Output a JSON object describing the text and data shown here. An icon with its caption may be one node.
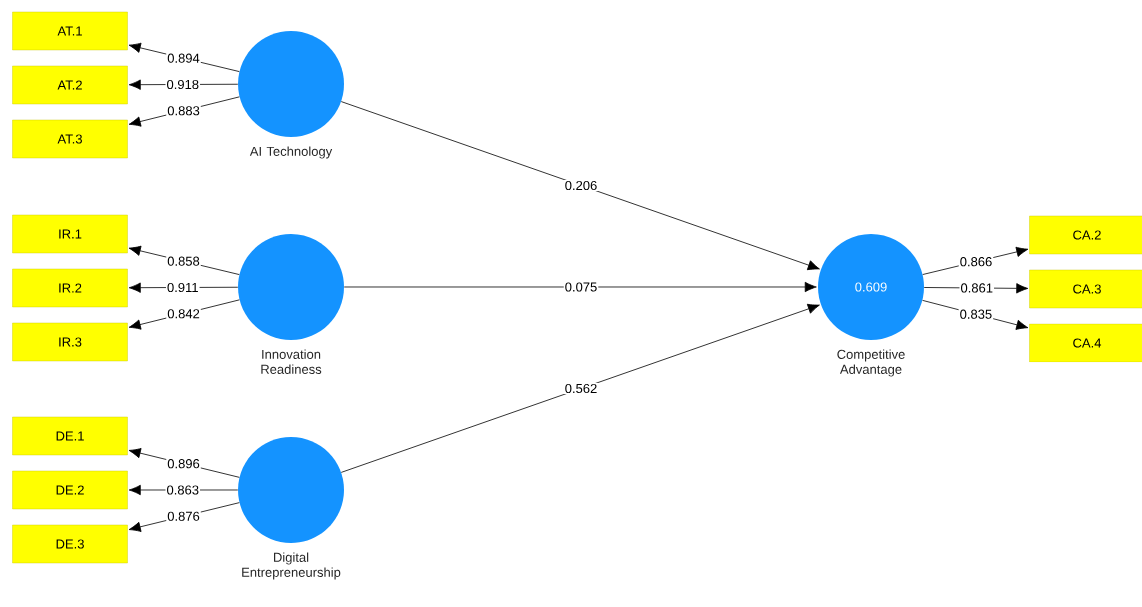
{
  "diagram": {
    "nodes": [
      {
        "text": [
          "AT.1"
        ]
      },
      {
        "text": [
          "AT.2"
        ]
      },
      {
        "text": [
          "AT.3"
        ]
      },
      {
        "text": [
          "AI Technology"
        ]
      },
      {
        "text": [
          "IR.1"
        ]
      },
      {
        "text": [
          "IR.2"
        ]
      },
      {
        "text": [
          "IR.3"
        ]
      },
      {
        "text": [
          "Innovation Readiness"
        ]
      },
      {
        "text": [
          "DE.1"
        ]
      },
      {
        "text": [
          "DE.2"
        ]
      },
      {
        "text": [
          "DE.3"
        ]
      },
      {
        "text": [
          "Digital Entrepreneurship"
        ]
      },
      {
        "text": [
          "0.609",
          "Competitive Advantage"
        ]
      },
      {
        "text": [
          "CA.2"
        ]
      },
      {
        "text": [
          "CA.3"
        ]
      },
      {
        "text": [
          "CA.4"
        ]
      }
    ],
    "edges": [
      {
        "from": 3,
        "to": 0,
        "arrow": "to",
        "label": "0.894"
      },
      {
        "from": 3,
        "to": 1,
        "arrow": "to",
        "label": "0.918"
      },
      {
        "from": 3,
        "to": 2,
        "arrow": "to",
        "label": "0.883"
      },
      {
        "from": 7,
        "to": 4,
        "arrow": "to",
        "label": "0.858"
      },
      {
        "from": 7,
        "to": 5,
        "arrow": "to",
        "label": "0.911"
      },
      {
        "from": 7,
        "to": 6,
        "arrow": "to",
        "label": "0.842"
      },
      {
        "from": 11,
        "to": 8,
        "arrow": "to",
        "label": "0.896"
      },
      {
        "from": 11,
        "to": 9,
        "arrow": "to",
        "label": "0.863"
      },
      {
        "from": 11,
        "to": 10,
        "arrow": "to",
        "label": "0.876"
      },
      {
        "from": 3,
        "to": 12,
        "arrow": "to",
        "label": "0.206"
      },
      {
        "from": 7,
        "to": 12,
        "arrow": "to",
        "label": "0.075"
      },
      {
        "from": 11,
        "to": 12,
        "arrow": "to",
        "label": "0.562"
      },
      {
        "from": 12,
        "to": 13,
        "arrow": "to",
        "label": "0.866"
      },
      {
        "from": 12,
        "to": 14,
        "arrow": "to",
        "label": "0.861"
      },
      {
        "from": 12,
        "to": 15,
        "arrow": "to",
        "label": "0.835"
      }
    ]
  }
}
